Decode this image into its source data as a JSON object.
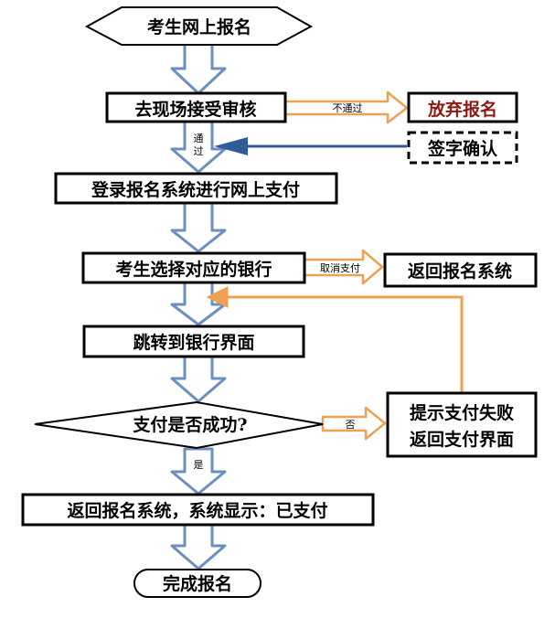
{
  "flow": {
    "start": "考生网上报名",
    "review": "去现场接受审核",
    "review_fail_label": "不通过",
    "abandon": "放弃报名",
    "sign_confirm": "签字确认",
    "pass_label_1": "通",
    "pass_label_2": "过",
    "login_pay": "登录报名系统进行网上支付",
    "choose_bank": "考生选择对应的银行",
    "cancel_pay_label": "取消支付",
    "back_to_system": "返回报名系统",
    "jump_bank": "跳转到银行界面",
    "pay_success_question": "支付是否成功?",
    "no_label": "否",
    "fail_line_1": "提示支付失败",
    "fail_line_2": "返回支付界面",
    "yes_label": "是",
    "paid_result": "返回报名系统，系统显示：已支付",
    "end": "完成报名"
  },
  "colors": {
    "down_arrow_stroke": "#6a8fc0",
    "orange_arrow": "#f0a050",
    "sign_arrow": "#2e5d99",
    "abandon_text": "#8b1a10"
  }
}
